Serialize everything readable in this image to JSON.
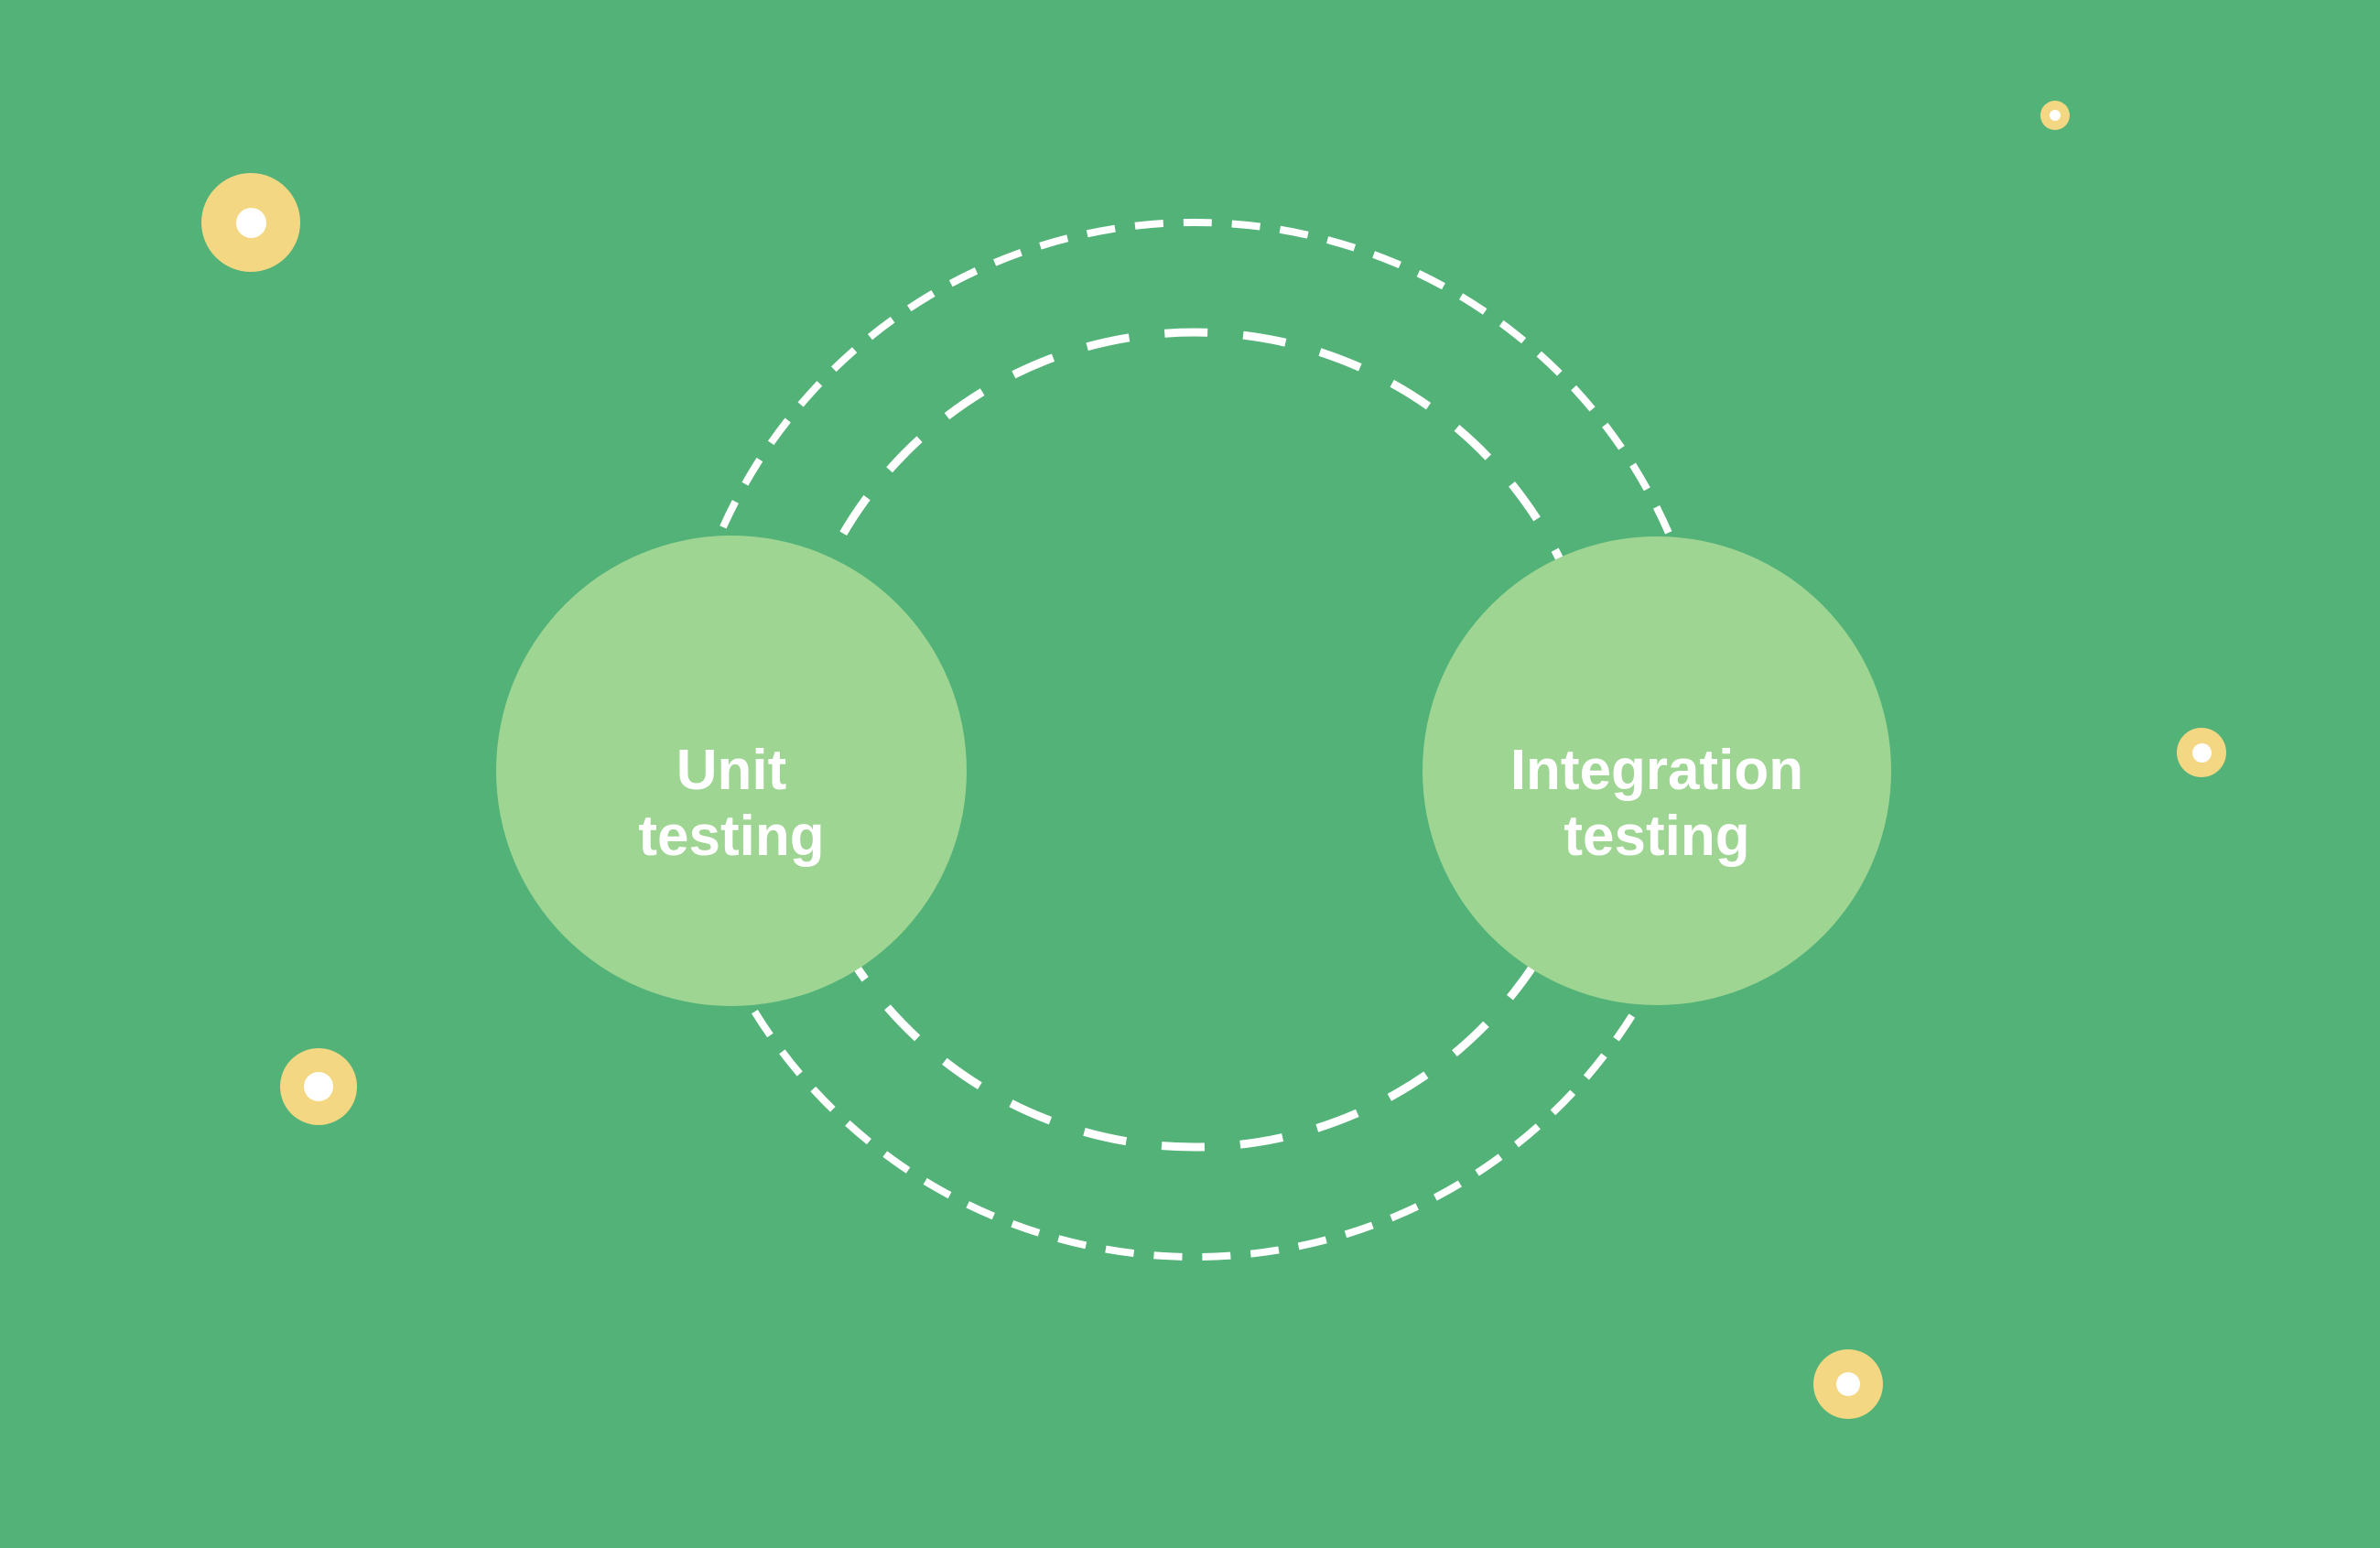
{
  "diagram": {
    "nodes": [
      {
        "id": "unit-testing",
        "label": "Unit\ntesting"
      },
      {
        "id": "integration-testing",
        "label": "Integration\ntesting"
      }
    ]
  },
  "colors": {
    "canvas-bg": "#52B278",
    "node-fill": "#9ED592",
    "ring-stroke": "#FFFFFF",
    "label-text": "#FFFFFF",
    "dot-fill": "#F3D782",
    "dot-core-fill": "#FFFFFF"
  }
}
